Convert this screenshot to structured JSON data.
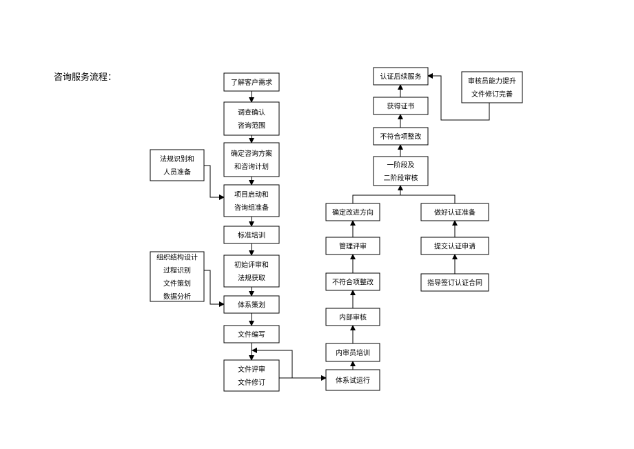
{
  "title": "咨询服务流程：",
  "boxes": {
    "understand_needs": [
      "了解客户需求"
    ],
    "investigate_scope": [
      "调查确认",
      "咨询范围"
    ],
    "determine_plan": [
      "确定咨询方案",
      "和咨询计划"
    ],
    "legal_prep": [
      "法规识别和",
      "人员准备"
    ],
    "project_start": [
      "项目启动和",
      "咨询组准备"
    ],
    "standard_training": [
      "标准培训"
    ],
    "initial_review": [
      "初始评审和",
      "法规获取"
    ],
    "org_design": [
      "组织结构设计",
      "过程识别",
      "文件策划",
      "数据分析"
    ],
    "system_planning": [
      "体系策划"
    ],
    "doc_writing": [
      "文件编写"
    ],
    "doc_review": [
      "文件评审",
      "文件修订"
    ],
    "trial_run": [
      "体系试运行"
    ],
    "internal_auditor_training": [
      "内审员培训"
    ],
    "internal_audit": [
      "内部审核"
    ],
    "nonconformity_fix_1": [
      "不符合项整改"
    ],
    "management_review": [
      "管理评审"
    ],
    "improvement_direction": [
      "确定改进方向"
    ],
    "sign_contract": [
      "指导签订认证合同"
    ],
    "submit_application": [
      "提交认证申请"
    ],
    "cert_prep": [
      "做好认证准备"
    ],
    "stage_audit": [
      "一阶段及",
      "二阶段审核"
    ],
    "nonconformity_fix_2": [
      "不符合项整改"
    ],
    "get_certificate": [
      "获得证书"
    ],
    "follow_up_service": [
      "认证后续服务"
    ],
    "auditor_improve": [
      "审核员能力提升",
      "文件修订完善"
    ]
  }
}
